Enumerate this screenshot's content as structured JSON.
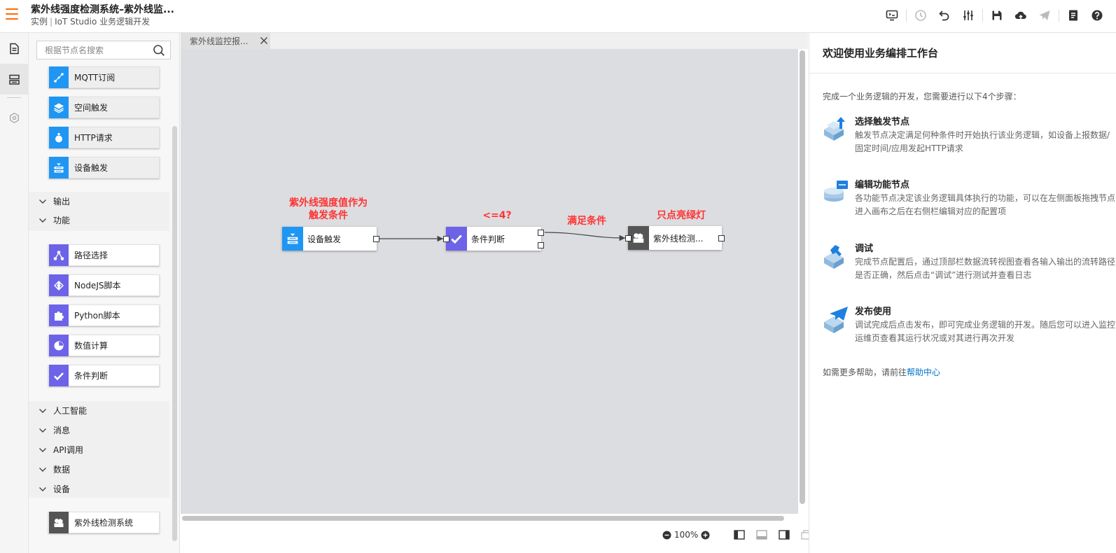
{
  "header": {
    "title": "紫外线强度检测系统–紫外线监...",
    "breadcrumb_type": "实例",
    "breadcrumb_sep": "|",
    "breadcrumb_path": "IoT Studio 业务逻辑开发",
    "accent_color": "#ff6a00"
  },
  "toolbar_icons": [
    "data-flow-icon",
    "history-icon",
    "undo-icon",
    "settings-sliders-icon",
    "save-icon",
    "deploy-cloud-icon",
    "publish-icon",
    "doc-icon",
    "help-icon"
  ],
  "search": {
    "placeholder": "根据节点名搜索"
  },
  "panel": {
    "trigger_items": [
      "MQTT订阅",
      "空间触发",
      "HTTP请求",
      "设备触发"
    ],
    "cat_output": "输出",
    "cat_function": "功能",
    "function_items": [
      "路径选择",
      "NodeJS脚本",
      "Python脚本",
      "数值计算",
      "条件判断"
    ],
    "cat_ai": "人工智能",
    "cat_message": "消息",
    "cat_api": "API调用",
    "cat_data": "数据",
    "cat_device": "设备",
    "device_items": [
      "紫外线检测系统"
    ]
  },
  "tab": {
    "label": "紫外线监控报..."
  },
  "canvas": {
    "nodes": {
      "trigger": "设备触发",
      "condition": "条件判断",
      "device": "紫外线检测..."
    },
    "annotations": {
      "trigger_line1": "紫外线强度值作为",
      "trigger_line2": "触发条件",
      "condition": "<=4?",
      "edge": "满足条件",
      "device": "只点亮绿灯"
    },
    "annotation_color": "#ff3333",
    "zoom": "100%"
  },
  "guide": {
    "title": "欢迎使用业务编排工作台",
    "intro": "完成一个业务逻辑的开发，您需要进行以下4个步骤：",
    "steps": [
      {
        "title": "选择触发节点",
        "desc": "触发节点决定满足何种条件时开始执行该业务逻辑，如设备上报数据/固定时间/应用发起HTTP请求"
      },
      {
        "title": "编辑功能节点",
        "desc": "各功能节点决定该业务逻辑具体执行的功能，可以在左侧面板拖拽节点进入画布之后在右侧栏编辑对应的配置项"
      },
      {
        "title": "调试",
        "desc": "完成节点配置后，通过顶部栏数据流转视图查看各输入输出的流转路径是否正确，然后点击“调试”进行测试并查看日志"
      },
      {
        "title": "发布使用",
        "desc": "调试完成后点击发布，即可完成业务逻辑的开发。随后您可以进入监控运维页查看其运行状况或对其进行再次开发"
      }
    ],
    "help_prefix": "如需更多帮助，请前往",
    "help_link": "帮助中心"
  }
}
